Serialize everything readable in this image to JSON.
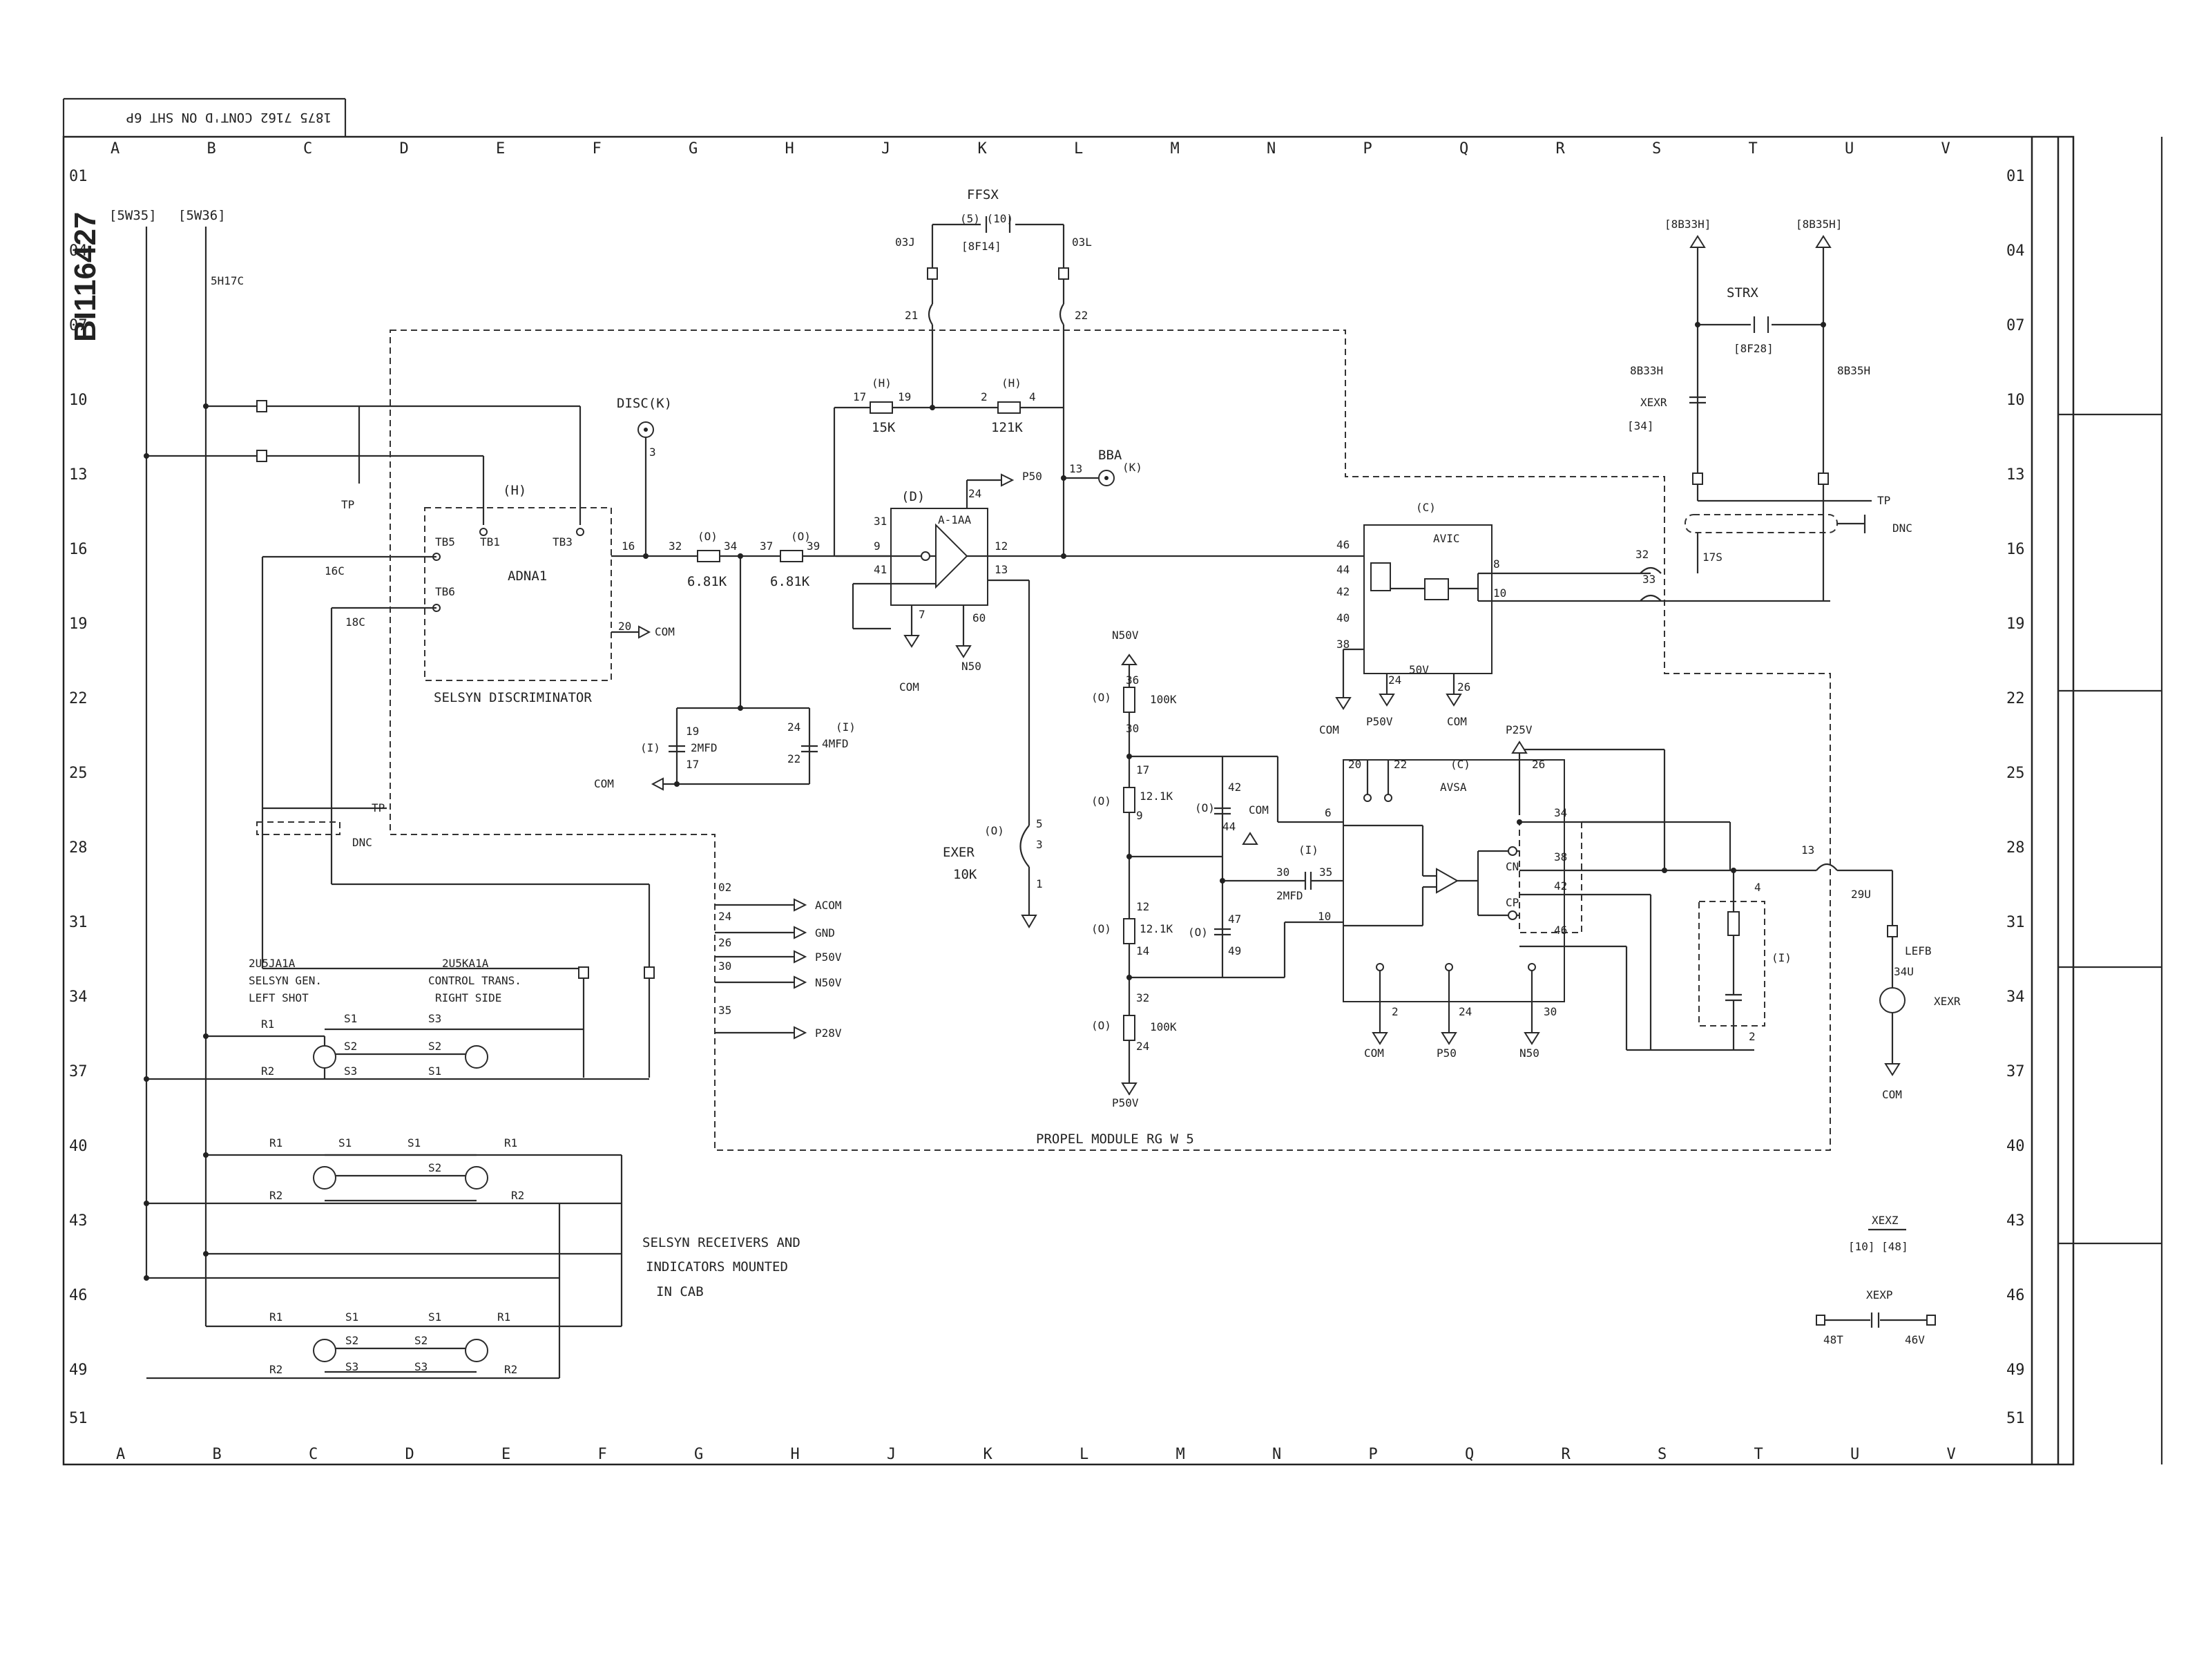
{
  "doc_id": "BI116427",
  "corner_note": "1875 7162 CONT'D ON SHT 6P",
  "col_letters": [
    "A",
    "B",
    "C",
    "D",
    "E",
    "F",
    "G",
    "H",
    "J",
    "K",
    "L",
    "M",
    "N",
    "P",
    "Q",
    "R",
    "S",
    "T",
    "U",
    "V"
  ],
  "row_numbers": [
    "01",
    "04",
    "07",
    "10",
    "13",
    "16",
    "19",
    "22",
    "25",
    "28",
    "31",
    "34",
    "37",
    "40",
    "43",
    "46",
    "49",
    "51"
  ],
  "labels": {
    "sw35": "[5W35]",
    "sw36": "[5W36]",
    "sh17c": "5H17C",
    "ffsx": "FFSX",
    "ffsx_pins": "(5) (10)",
    "af14": "[8F14]",
    "p03j": "03J",
    "p03l": "03L",
    "p21": "21",
    "p22": "22",
    "r15k_head": "(H)",
    "r15k_pin1": "17",
    "r15k_pin2": "19",
    "r15k_val": "15K",
    "r121k_head": "(H)",
    "r121k_pin1": "2",
    "r121k_pin2": "4",
    "r121k_val": "121K",
    "disc": "DISC(K)",
    "disc_pin": "3",
    "tp1": "TP",
    "adna_head": "(H)",
    "tb5": "TB5",
    "tb1": "TB1",
    "tb3": "TB3",
    "tb6": "TB6",
    "adna": "ADNA1",
    "p16c": "16C",
    "p18c": "18C",
    "p20": "20",
    "com_adna": "COM",
    "sel_disc": "SELSYN DISCRIMINATOR",
    "p16": "16",
    "p32": "32",
    "ro1": "(O)",
    "p34": "34",
    "r681a": "6.81K",
    "p37": "37",
    "ro2": "(O)",
    "p39": "39",
    "r681b": "6.81K",
    "opamp_head": "(D)",
    "opamp": "A-1AA",
    "p31": "31",
    "p9": "9",
    "p41": "41",
    "p24": "24",
    "p12": "12",
    "p13": "13",
    "p60": "60",
    "p7": "7",
    "com_op": "COM",
    "n50_op": "N50",
    "p50": "P50",
    "p13b": "13",
    "bba": "BBA",
    "bba_k": "(K)",
    "c_i1": "(I)",
    "c_19": "19",
    "c_2mfd": "2MFD",
    "c_17": "17",
    "c_24": "24",
    "c_i2": "(I)",
    "c_4mfd": "4MFD",
    "c_22": "22",
    "com_cap": "COM",
    "tp2": "TP",
    "dnc1": "DNC",
    "exer_o": "(O)",
    "exer": "EXER",
    "exer_10k": "10K",
    "exer_5": "5",
    "exer_3": "3",
    "exer_1": "1",
    "t02": "02",
    "acom": "ACOM",
    "t24": "24",
    "gnd": "GND",
    "t26": "26",
    "p50v_t": "P50V",
    "t30": "30",
    "n50v_t": "N50V",
    "t35": "35",
    "p28v_t": "P28V",
    "gen_head": "2U5JA1A",
    "gen1": "SELSYN GEN.",
    "gen2": "LEFT SHOT",
    "ct_head": "2U5KA1A",
    "ct1": "CONTROL TRANS.",
    "ct2": "RIGHT SIDE",
    "r1": "R1",
    "r2": "R2",
    "s1": "S1",
    "s2": "S2",
    "s3": "S3",
    "rcv1": "SELSYN RECEIVERS AND",
    "rcv2": "INDICATORS MOUNTED",
    "rcv3": "IN CAB",
    "propel": "PROPEL MODULE RG W 5",
    "n50v_top": "N50V",
    "r100k_a": "100K",
    "p36": "36",
    "p30": "30",
    "ro3": "(O)",
    "p17b": "17",
    "r121b": "12.1K",
    "p9b": "9",
    "ro4": "(O)",
    "p12b": "12",
    "r121c": "12.1K",
    "p14": "14",
    "ro5": "(O)",
    "p32b": "32",
    "r100k_b": "100K",
    "p24b": "24",
    "ro6": "(O)",
    "p50v_bot": "P50V",
    "p42": "42",
    "p44": "44",
    "com_mid": "COM",
    "p47": "47",
    "p49": "49",
    "ro7": "(O)",
    "ro8": "(O)",
    "ci3": "(I)",
    "c30": "30",
    "c35": "35",
    "c2mfd_b": "2MFD",
    "avsa_c": "(C)",
    "avsa": "AVSA",
    "p20b": "20",
    "p22b": "22",
    "p26b": "26",
    "p6": "6",
    "p10": "10",
    "p34b": "34",
    "p38": "38",
    "p42b": "42",
    "p46": "46",
    "cn": "CN",
    "cp": "CP",
    "p2": "2",
    "p24c": "24",
    "p30b": "30",
    "com_avsa": "COM",
    "p50_avsa": "P50",
    "n50_avsa": "N50",
    "p25v": "P25V",
    "avic_c": "(C)",
    "avic": "AVIC",
    "p46c": "46",
    "p44c": "44",
    "p42c": "42",
    "p40c": "40",
    "p38c": "38",
    "p8": "8",
    "p10c": "10",
    "p24d": "24",
    "p26d": "26",
    "com_avic": "COM",
    "p50v_avic": "P50V",
    "com_avic2": "COM",
    "sov": "50V",
    "bb33h_l": "[8B33H]",
    "bb35h_r": "[8B35H]",
    "strx": "STRX",
    "af28": "[8F28]",
    "bb33h": "8B33H",
    "bb35h": "8B35H",
    "xexr": "XEXR",
    "x34": "[34]",
    "tp3": "TP",
    "dnc2": "DNC",
    "p32c": "32",
    "p33": "33",
    "p17s": "17S",
    "p13c": "13",
    "p4": "4",
    "p29u": "29U",
    "i_box": "(I)",
    "p2c": "2",
    "lefb": "LEFB",
    "p34u": "34U",
    "xexr2": "XEXR",
    "com_r": "COM",
    "xexz": "XEXZ",
    "xexz_pins": "[10] [48]",
    "xexp": "XEXP",
    "p48t": "48T",
    "p46v": "46V"
  }
}
